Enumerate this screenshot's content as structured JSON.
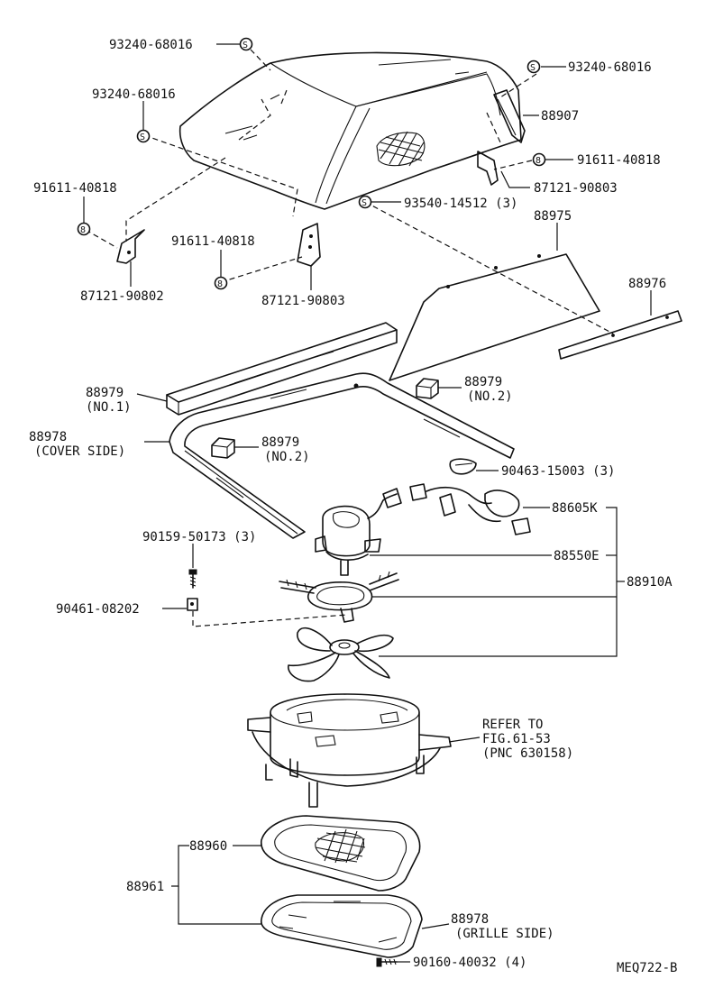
{
  "labels": {
    "l_93240_top_left": "93240-68016",
    "l_93240_top_right": "93240-68016",
    "l_93240_mid_left": "93240-68016",
    "l_88907": "88907",
    "l_91611_right": "91611-40818",
    "l_87121_90803_right": "87121-90803",
    "l_91611_left": "91611-40818",
    "l_93540": "93540-14512 (3)",
    "l_88975": "88975",
    "l_91611_mid": "91611-40818",
    "l_87121_90802": "87121-90802",
    "l_87121_90803_mid": "87121-90803",
    "l_88976": "88976",
    "l_88979_no1_a": "88979",
    "l_88979_no1_b": "(NO.1)",
    "l_88979_no2_top_a": "88979",
    "l_88979_no2_top_b": "(NO.2)",
    "l_88978_cover_a": "88978",
    "l_88978_cover_b": "(COVER SIDE)",
    "l_88979_no2_mid_a": "88979",
    "l_88979_no2_mid_b": "(NO.2)",
    "l_90463": "90463-15003 (3)",
    "l_88605k": "88605K",
    "l_90159": "90159-50173 (3)",
    "l_88550e": "88550E",
    "l_88910a": "88910A",
    "l_90461": "90461-08202",
    "l_refer_1": "REFER TO",
    "l_refer_2": "FIG.61-53",
    "l_refer_3": "(PNC 630158)",
    "l_88960": "88960",
    "l_88961": "88961",
    "l_88978_grille_a": "88978",
    "l_88978_grille_b": "(GRILLE SIDE)",
    "l_90160": "90160-40032 (4)",
    "l_code": "MEQ722-B"
  },
  "symbols": {
    "nut_marker": "8",
    "screw_marker": "S"
  },
  "colors": {
    "ink": "#111111",
    "paper": "#ffffff"
  }
}
